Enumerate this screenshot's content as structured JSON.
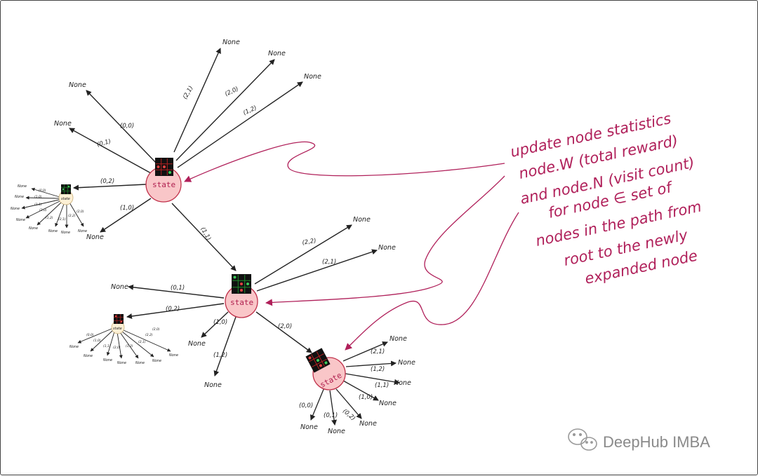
{
  "none_label": "None",
  "state_label": "state",
  "watermark": "DeepHub IMBA",
  "note_lines": [
    "update node statistics",
    "node.W (total reward)",
    "and node.N (visit count)",
    "for node ∈ set of",
    "nodes in the path from",
    "root to the newly",
    "expanded node"
  ],
  "root": {
    "edges": [
      "(2,1)",
      "(2,0)",
      "(1,2)",
      "(0,0)",
      "(0,1)",
      "(0,2)",
      "(1,0)",
      "(1,1)"
    ]
  },
  "mid": {
    "edges": [
      "(2,2)",
      "(2,1)",
      "(0,1)",
      "(0,2)",
      "(1,0)",
      "(1,2)",
      "(2,0)"
    ]
  },
  "leaf": {
    "edges": [
      "(2,1)",
      "(1,2)",
      "(1,1)",
      "(1,0)",
      "(0,0)",
      "(0,1)",
      "(0,2)"
    ]
  },
  "small_left": {
    "edges": [
      "(0,0)",
      "(1,0)",
      "(1,1)",
      "(2,0)",
      "(1,2)",
      "(2,1)",
      "(2,2)",
      "(2,0)"
    ]
  },
  "small_mid": {
    "edges": [
      "(0,0)",
      "(1,0)",
      "(1,1)",
      "(2,0)",
      "(1,2)",
      "(2,1)",
      "(2,2)",
      "(2,0)"
    ]
  },
  "colors": {
    "node_fill": "#f9c6c8",
    "node_stroke": "#c0304a",
    "small_node_fill": "#fdf0d5",
    "arrow": "#222222",
    "annotation": "#b0205a",
    "board": "#111111",
    "board_grid_red": "#b02020",
    "board_grid_green": "#1f8a2b"
  }
}
